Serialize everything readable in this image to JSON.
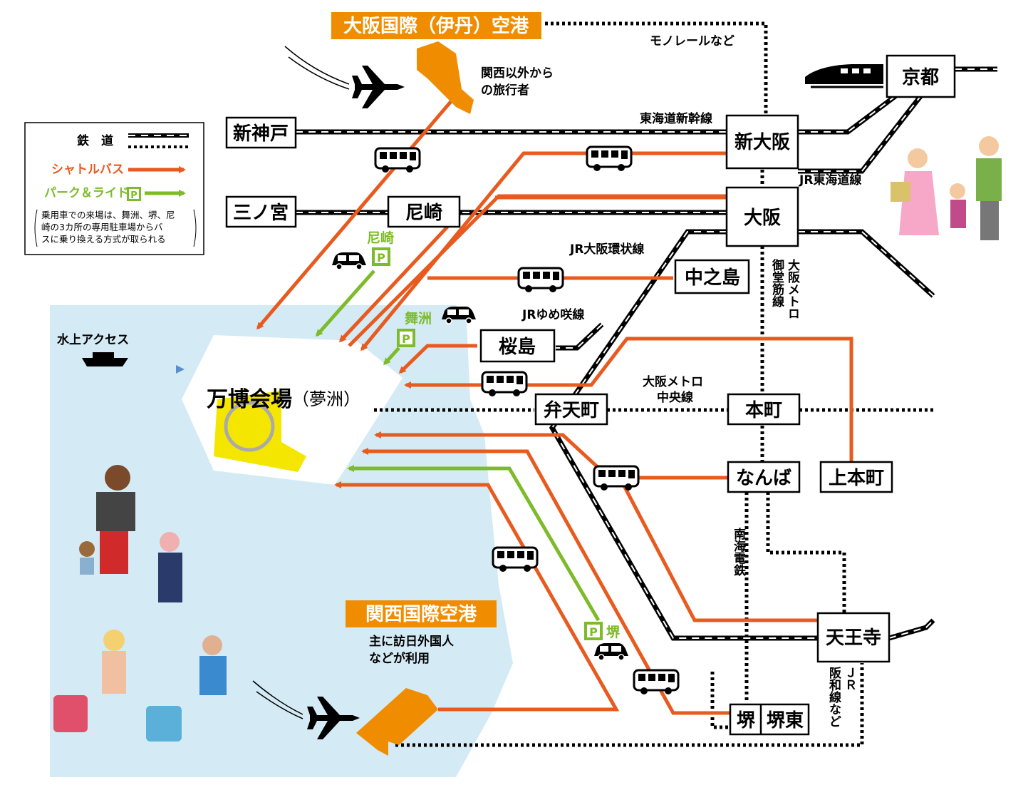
{
  "airports": {
    "itami": "大阪国際（伊丹）空港",
    "itami_note": [
      "関西以外から",
      "の旅行者"
    ],
    "kansai": "関西国際空港",
    "kansai_note": [
      "主に訪日外国人",
      "などが利用"
    ]
  },
  "venue": {
    "main": "万博会場",
    "sub": "（夢洲）"
  },
  "water_access": "水上アクセス",
  "stations": {
    "shin_kobe": "新神戸",
    "sannomiya": "三ノ宮",
    "amagasaki": "尼崎",
    "shin_osaka": "新大阪",
    "osaka": "大阪",
    "kyoto": "京都",
    "nakanoshima": "中之島",
    "sakurajima": "桜島",
    "bentencho": "弁天町",
    "honmachi": "本町",
    "namba": "なんば",
    "uehonmachi": "上本町",
    "tennoji": "天王寺",
    "sakai": "堺",
    "sakaihigashi": "堺東"
  },
  "lines": {
    "monorail": "モノレールなど",
    "tokaido_shinkansen": "東海道新幹線",
    "jr_tokaido": "JR東海道線",
    "jr_loop": "JR大阪環状線",
    "jr_yumesaki": "JRゆめ咲線",
    "metro_chuo": [
      "大阪メトロ",
      "中央線"
    ],
    "metro_midosuji_a": "大阪メトロ",
    "metro_midosuji_b": "御堂筋線",
    "nankai": "南海電鉄",
    "jr_hanwa_a": "ＪＲ",
    "jr_hanwa_b": "阪和線など"
  },
  "park_ride": {
    "amagasaki": "尼崎",
    "maishima": "舞洲",
    "sakai": "堺",
    "p_mark": "P"
  },
  "legend": {
    "railway": "鉄　道",
    "shuttle_bus": "シャトルバス",
    "park_and_ride": "パーク＆ライド",
    "note": [
      "乗用車での来場は、舞洲、堺、尼",
      "崎の3カ所の専用駐車場からバ",
      "スに乗り換える方式が取られる"
    ]
  },
  "colors": {
    "shuttle": "#e85a1e",
    "park_ride": "#7dbb2a",
    "airport": "#f08c00",
    "sea": "#d4ebf5",
    "venue_yellow": "#f5e600"
  }
}
